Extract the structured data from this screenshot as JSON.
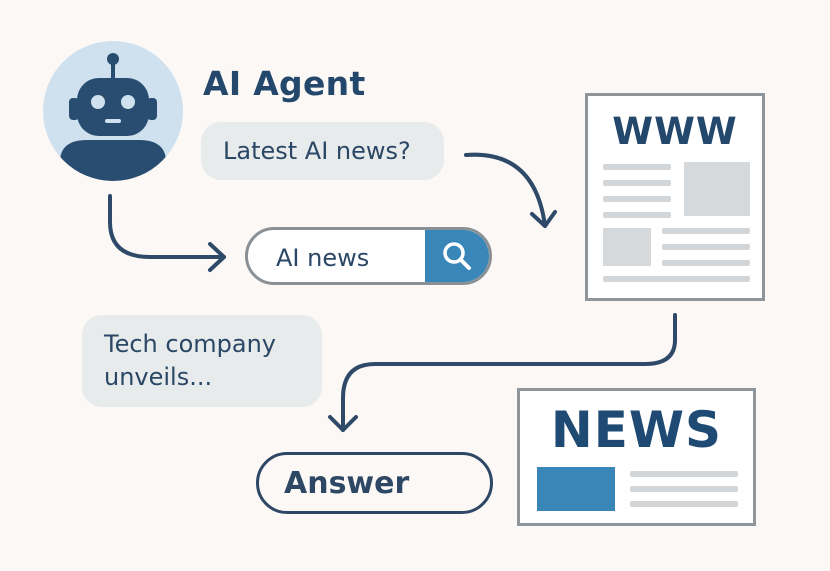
{
  "agent": {
    "title": "AI Agent"
  },
  "query_bubble": {
    "text": "Latest AI news?"
  },
  "search": {
    "query": "AI news",
    "icon": "search-icon"
  },
  "web_page": {
    "label": "WWW"
  },
  "news_page": {
    "label": "NEWS"
  },
  "result_bubble": {
    "text": "Tech company\nunveils..."
  },
  "answer": {
    "label": "Answer"
  },
  "colors": {
    "navy": "#2d4765",
    "accent_blue": "#3986b8",
    "robot_bg": "#cfe0ee",
    "bubble": "#e8ebec",
    "border_gray": "#8f969b"
  }
}
